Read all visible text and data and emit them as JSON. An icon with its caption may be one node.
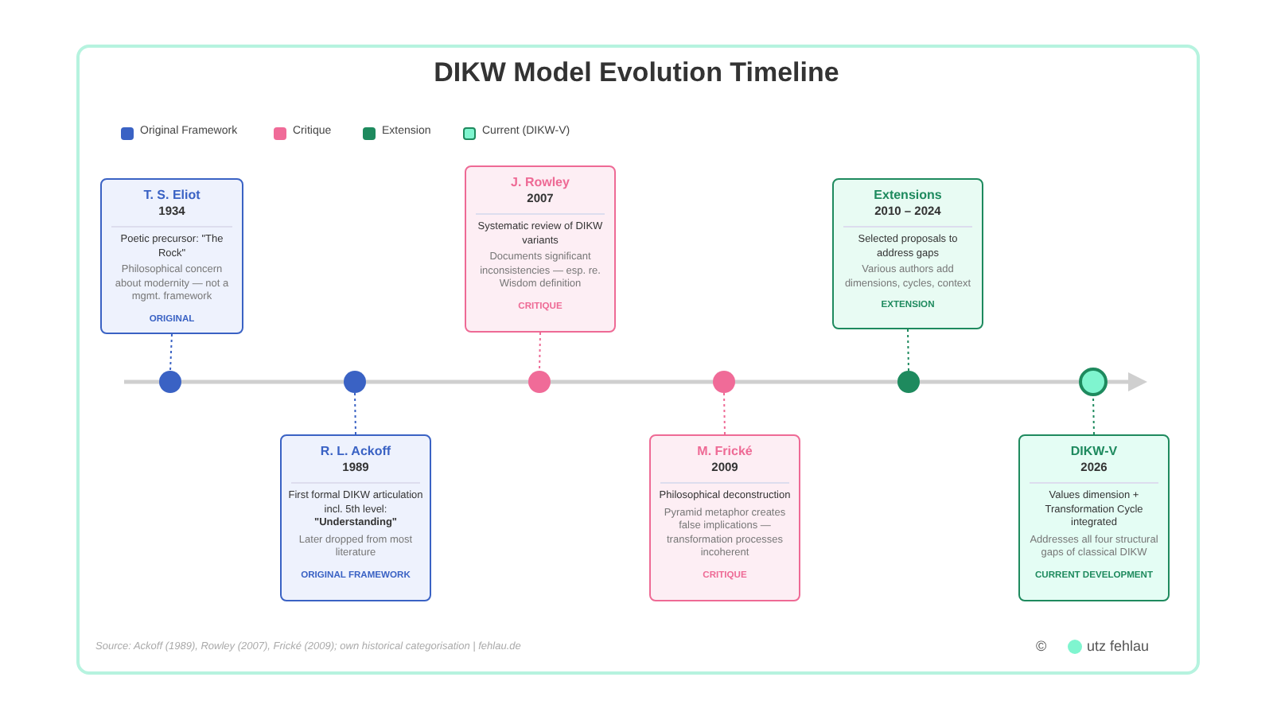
{
  "diagram": {
    "title": "DIKW Model Evolution Timeline",
    "nodes": [
      {
        "text": [
          "T. S. Eliot",
          "1934",
          "Poetic precursor: \"The Rock\"",
          "Philosophical concern about modernity — not a mgmt. framework",
          "ORIGINAL"
        ]
      },
      {
        "text": [
          "J. Rowley",
          "2007",
          "Systematic review of DIKW variants",
          "Documents significant inconsistencies — esp. re. Wisdom definition",
          "CRITIQUE"
        ]
      },
      {
        "text": [
          "Extensions",
          "2010 – 2024",
          "Selected proposals to address gaps",
          "Various authors add dimensions, cycles, context",
          "EXTENSION"
        ]
      },
      {
        "text": [],
        "shape": "circle"
      },
      {
        "text": [],
        "shape": "circle"
      },
      {
        "text": [],
        "shape": "circle"
      },
      {
        "text": [],
        "shape": "circle"
      },
      {
        "text": [],
        "shape": "circle"
      },
      {
        "text": [],
        "shape": "circle"
      },
      {
        "text": [
          "R. L. Ackoff",
          "1989",
          "First formal DIKW articulation incl. 5th level: **\"Understanding\"**",
          "Later dropped from most literature",
          "ORIGINAL FRAMEWORK"
        ]
      },
      {
        "text": [
          "M. Frické",
          "2009",
          "Philosophical deconstruction",
          "Pyramid metaphor creates false implications — transformation processes incoherent",
          "CRITIQUE"
        ]
      },
      {
        "text": [
          "DIKW-V",
          "2026",
          "Values dimension + Transformation Cycle integrated",
          "Addresses all four structural gaps of classical DIKW",
          "CURRENT DEVELOPMENT"
        ]
      }
    ],
    "edges": [
      {
        "from": 0,
        "to": 3,
        "arrow": "none",
        "style": "dashed",
        "color": "#3a62c4"
      },
      {
        "from": 9,
        "to": 4,
        "arrow": "none",
        "style": "dashed",
        "color": "#3a62c4"
      },
      {
        "from": 1,
        "to": 5,
        "arrow": "none",
        "style": "dashed",
        "color": "#ee6a95"
      },
      {
        "from": 10,
        "to": 6,
        "arrow": "none",
        "style": "dashed",
        "color": "#ee6a95"
      },
      {
        "from": 2,
        "to": 7,
        "arrow": "none",
        "style": "dashed",
        "color": "#1e8a5e"
      },
      {
        "from": 11,
        "to": 8,
        "arrow": "none",
        "style": "dashed",
        "color": "#1e8a5e"
      }
    ],
    "labels": [
      "Source: Ackoff (1989), Rowley (2007), Frické (2009); own historical categorisation | fehlau.de",
      "©",
      "utz fehlau"
    ],
    "legend": [
      {
        "text": "Original Framework",
        "color": "#3a62c4"
      },
      {
        "text": "Critique",
        "color": "#f06b98"
      },
      {
        "text": "Extension",
        "color": "#1e8a5e"
      },
      {
        "text": "Current (DIKW-V)",
        "color": "#7ff5cf"
      }
    ]
  }
}
